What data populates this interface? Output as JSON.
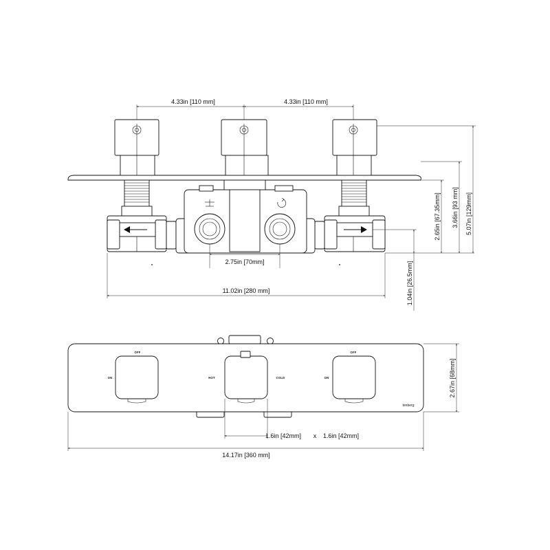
{
  "colors": {
    "line": "#111111",
    "background": "#ffffff"
  },
  "top_view": {
    "dim_spacing_left": "4.33in [110 mm]",
    "dim_spacing_right": "4.33in [110 mm]",
    "dim_port_spacing": "2.75in [70mm]",
    "dim_overall_width": "11.02in [280 mm]",
    "dim_depth_1": "2.65in [67.35mm]",
    "dim_depth_2": "3.66in [93 mm]",
    "dim_depth_3": "5.07in [129mm]",
    "dim_inlet_offset": "1.04in [26.5mm]"
  },
  "front_view": {
    "label_off_left": "OFF",
    "label_on_left": "ON",
    "label_hot": "HOT",
    "label_cold": "COLD",
    "label_on_right": "ON",
    "label_off_right": "OFF",
    "brand": "tenberg",
    "dim_plate_height": "2.67in [68mm]",
    "dim_knob_a": "1.6in [42mm]",
    "dim_knob_x": "x",
    "dim_knob_b": "1.6in [42mm]",
    "dim_plate_width": "14.17in [360 mm]"
  }
}
